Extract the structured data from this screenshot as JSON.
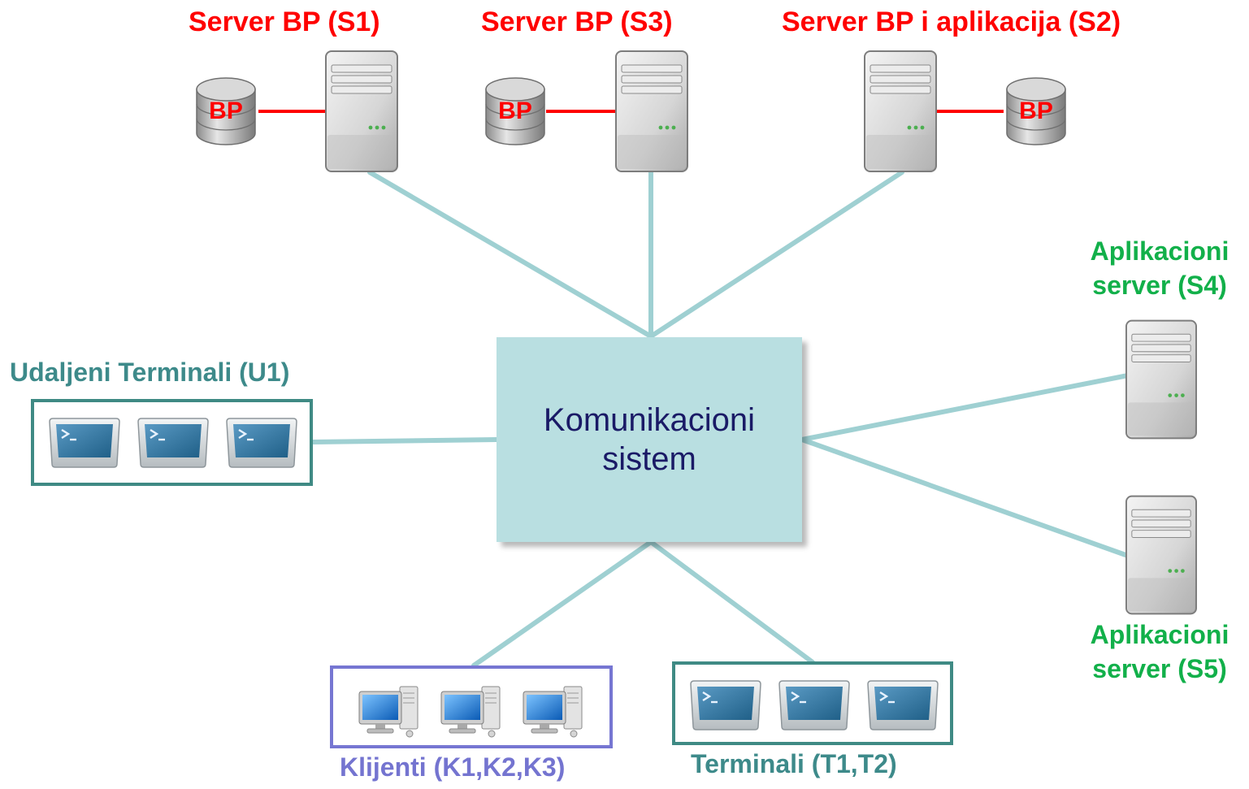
{
  "hub": {
    "line1": "Komunikacioni",
    "line2": "sistem"
  },
  "servers": {
    "s1": {
      "label": "Server BP (S1)",
      "db_label": "BP"
    },
    "s3": {
      "label": "Server BP (S3)",
      "db_label": "BP"
    },
    "s2": {
      "label": "Server BP i aplikacija (S2)",
      "db_label": "BP"
    },
    "s4": {
      "label_line1": "Aplikacioni",
      "label_line2": "server (S4)"
    },
    "s5": {
      "label_line1": "Aplikacioni",
      "label_line2": "server (S5)"
    }
  },
  "groups": {
    "remote_terminals": "Udaljeni Terminali (U1)",
    "clients": "Klijenti (K1,K2,K3)",
    "terminals": "Terminali (T1,T2)"
  },
  "colors": {
    "db_server_label": "#ff0000",
    "app_server_label": "#12b04a",
    "terminal_group": "#3d8a8a",
    "client_group": "#7474d0",
    "hub_fill": "#b9dfe1",
    "link": "#9fd0d2"
  },
  "icons": {
    "server": "server-icon",
    "database": "database-icon",
    "terminal": "terminal-monitor-icon",
    "client": "desktop-computer-icon"
  }
}
